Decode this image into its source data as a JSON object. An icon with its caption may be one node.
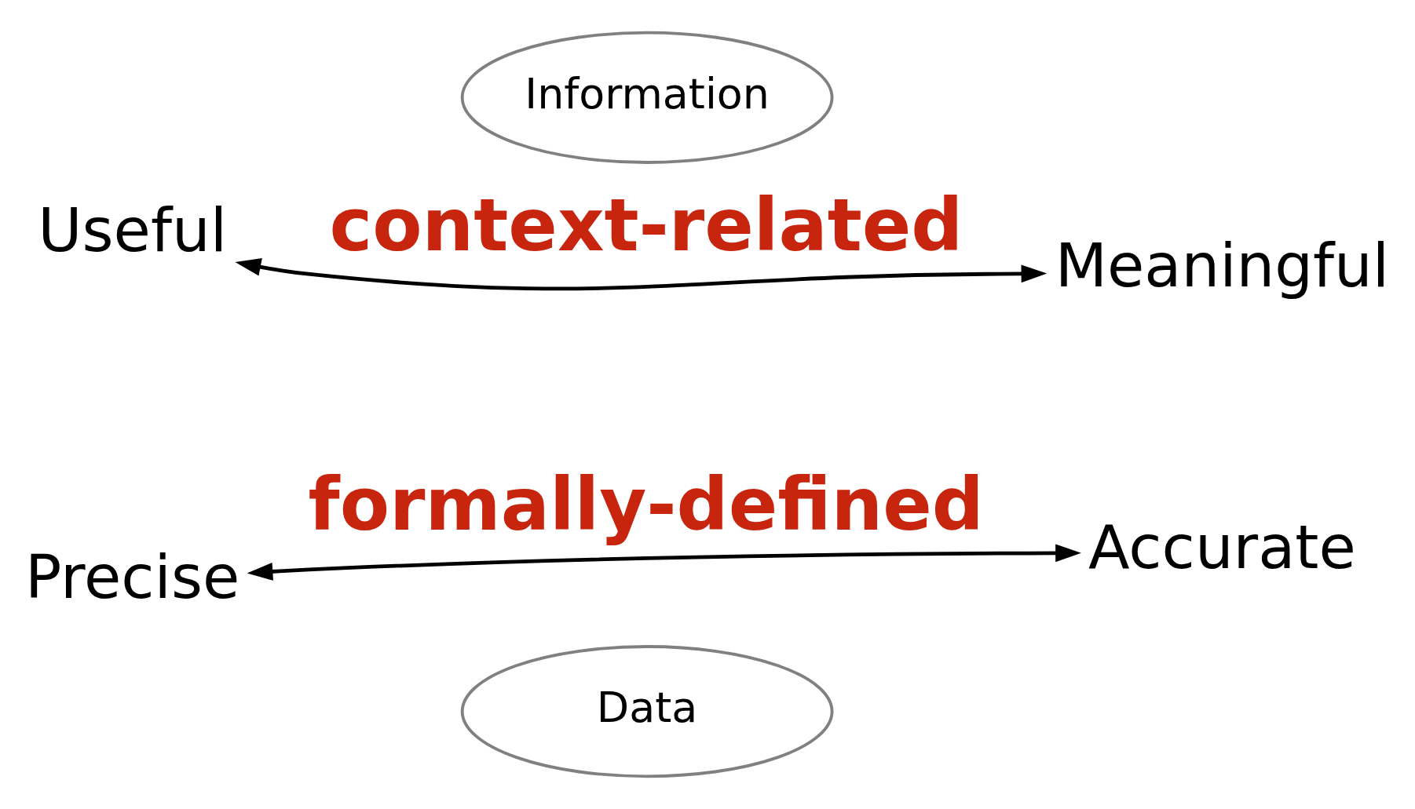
{
  "diagram": {
    "nodes": [
      {
        "text": [
          "Precise"
        ]
      },
      {
        "text": [
          "Accurate"
        ]
      },
      {
        "text": [
          "Data"
        ]
      },
      {
        "text": [
          "Information"
        ]
      },
      {
        "text": [
          "Useful"
        ]
      },
      {
        "text": [
          "Meaningful"
        ]
      }
    ],
    "edges": [
      {
        "from": 0,
        "to": 1,
        "arrow": "both",
        "label": "formally-defined"
      },
      {
        "from": 4,
        "to": 5,
        "arrow": "both",
        "label": "context-related"
      }
    ]
  }
}
